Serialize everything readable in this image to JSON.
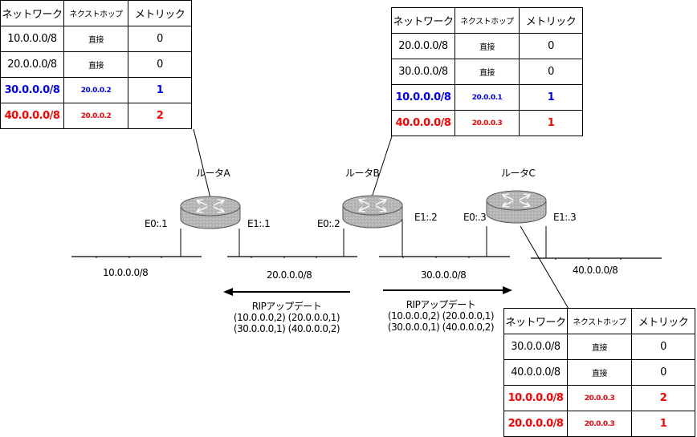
{
  "table_headers": [
    "ネットワーク",
    "ネクストホップ",
    "メトリック"
  ],
  "routing_tables": [
    {
      "router": "ルータA",
      "rows": [
        {
          "network": "10.0.0.0/8",
          "next_hop": "直接",
          "metric": "0",
          "style": "normal"
        },
        {
          "network": "20.0.0.0/8",
          "next_hop": "直接",
          "metric": "0",
          "style": "normal"
        },
        {
          "network": "30.0.0.0/8",
          "next_hop": "20.0.0.2",
          "metric": "1",
          "style": "blue"
        },
        {
          "network": "40.0.0.0/8",
          "next_hop": "20.0.0.2",
          "metric": "2",
          "style": "red"
        }
      ]
    },
    {
      "router": "ルータB",
      "rows": [
        {
          "network": "20.0.0.0/8",
          "next_hop": "直接",
          "metric": "0",
          "style": "normal"
        },
        {
          "network": "30.0.0.0/8",
          "next_hop": "直接",
          "metric": "0",
          "style": "normal"
        },
        {
          "network": "10.0.0.0/8",
          "next_hop": "20.0.0.1",
          "metric": "1",
          "style": "blue"
        },
        {
          "network": "40.0.0.0/8",
          "next_hop": "20.0.0.3",
          "metric": "1",
          "style": "red"
        }
      ]
    },
    {
      "router": "ルータC",
      "rows": [
        {
          "network": "30.0.0.0/8",
          "next_hop": "直接",
          "metric": "0",
          "style": "normal"
        },
        {
          "network": "40.0.0.0/8",
          "next_hop": "直接",
          "metric": "0",
          "style": "normal"
        },
        {
          "network": "10.0.0.0/8",
          "next_hop": "20.0.0.3",
          "metric": "2",
          "style": "red"
        },
        {
          "network": "20.0.0.0/8",
          "next_hop": "20.0.0.3",
          "metric": "1",
          "style": "red"
        }
      ]
    }
  ],
  "routers": {
    "a": {
      "name": "ルータA",
      "e0": "E0:.1",
      "e1": "E1:.1"
    },
    "b": {
      "name": "ルータB",
      "e0": "E0:.2",
      "e1": "E1:.2"
    },
    "c": {
      "name": "ルータC",
      "e0": "E0:.3",
      "e1": "E1:.3"
    }
  },
  "networks": {
    "n10": "10.0.0.0/8",
    "n20": "20.0.0.0/8",
    "n30": "30.0.0.0/8",
    "n40": "40.0.0.0/8"
  },
  "updates": [
    {
      "direction": "left",
      "title": "RIPアップデート",
      "line1": "(10.0.0.0,2) (20.0.0.0,1)",
      "line2": "(30.0.0.0,1) (40.0.0.0,2)"
    },
    {
      "direction": "right",
      "title": "RIPアップデート",
      "line1": "(10.0.0.0,2) (20.0.0.0,1)",
      "line2": "(30.0.0.0,1) (40.0.0.0,2)"
    }
  ],
  "colors": {
    "blue": "#0000ff",
    "red": "#ff0000",
    "router_fill": "#b4b4b4"
  }
}
